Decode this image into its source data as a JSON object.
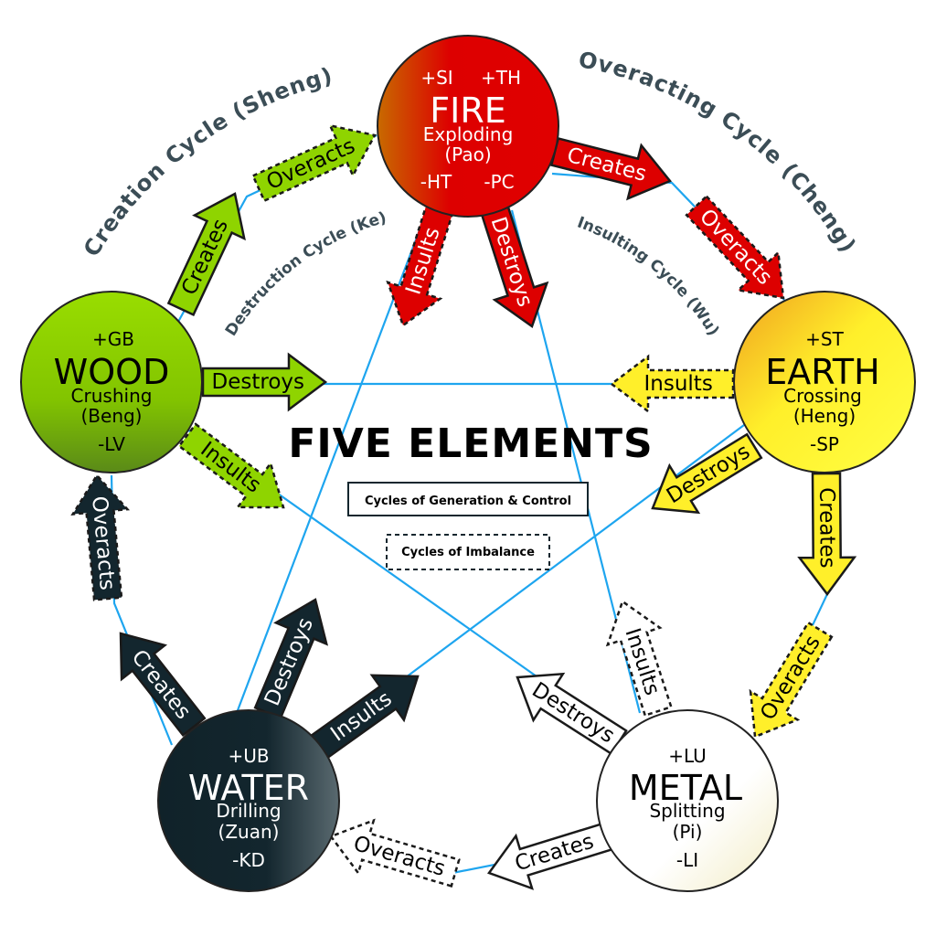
{
  "title": "FIVE ELEMENTS",
  "cycles": {
    "creation": "Creation Cycle (Sheng)",
    "overacting": "Overacting Cycle (Cheng)",
    "destruction": "Destruction Cycle (Ke)",
    "insulting": "Insulting Cycle (Wu)"
  },
  "legend": {
    "control": "Cycles of Generation & Control",
    "imbalance": "Cycles of Imbalance"
  },
  "elements": {
    "fire": {
      "name": "FIRE",
      "top_left": "+SI",
      "top_right": "+TH",
      "action": "Exploding",
      "chinese": "(Pao)",
      "bottom_left": "-HT",
      "bottom_right": "-PC"
    },
    "earth": {
      "name": "EARTH",
      "top": "+ST",
      "action": "Crossing",
      "chinese": "(Heng)",
      "bottom": "-SP"
    },
    "metal": {
      "name": "METAL",
      "top": "+LU",
      "action": "Splitting",
      "chinese": "(Pi)",
      "bottom": "-LI"
    },
    "water": {
      "name": "WATER",
      "top": "+UB",
      "action": "Drilling",
      "chinese": "(Zuan)",
      "bottom": "-KD"
    },
    "wood": {
      "name": "WOOD",
      "top": "+GB",
      "action": "Crushing",
      "chinese": "(Beng)",
      "bottom": "-LV"
    }
  },
  "arrows": {
    "creates": "Creates",
    "overacts": "Overacts",
    "destroys": "Destroys",
    "insults": "Insults"
  },
  "colors": {
    "fire": "#dd0000",
    "earth": "#ffef2a",
    "metal": "#ffffff",
    "water": "#13262e",
    "wood": "#8fd400",
    "line": "#1ea5ef",
    "cycle_text": "#3b4d56"
  }
}
